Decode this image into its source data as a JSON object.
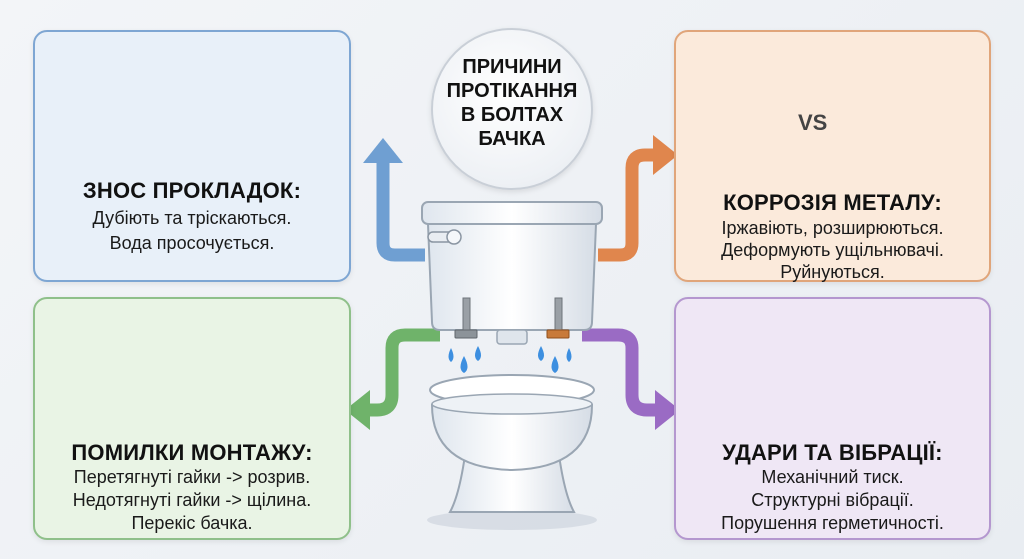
{
  "center_title": [
    "ПРИЧИНИ",
    "ПРОТІКАННЯ",
    "В БОЛТАХ",
    "БАЧКА"
  ],
  "panels": {
    "gasket": {
      "title": "ЗНОС ПРОКЛАДОК:",
      "lines": [
        "Дубіють та тріскаються.",
        "Вода просочується."
      ],
      "color": "#7ea6d3"
    },
    "corrosion": {
      "title": "КОРРОЗІЯ МЕТАЛУ:",
      "vs_label": "VS",
      "lines": [
        "Іржавіють, розширюються.",
        "Деформують ущільнювачі.",
        "Руйнуються."
      ],
      "color": "#e0a57a"
    },
    "install": {
      "title": "ПОМИЛКИ МОНТАЖУ:",
      "lines": [
        "Перетягнуті гайки -> розрив.",
        "Недотягнуті гайки -> щілина.",
        "Перекіс бачка."
      ],
      "color": "#8fc08a"
    },
    "impact": {
      "title": "УДАРИ ТА ВІБРАЦІЇ:",
      "lines": [
        "Механічний тиск.",
        "Структурні вібрації.",
        "Порушення герметичності."
      ],
      "color": "#b497cf"
    }
  },
  "arrow_colors": {
    "blue": "#6f9fd2",
    "orange": "#e0864d",
    "green": "#6fb36a",
    "purple": "#9a6bc4"
  }
}
